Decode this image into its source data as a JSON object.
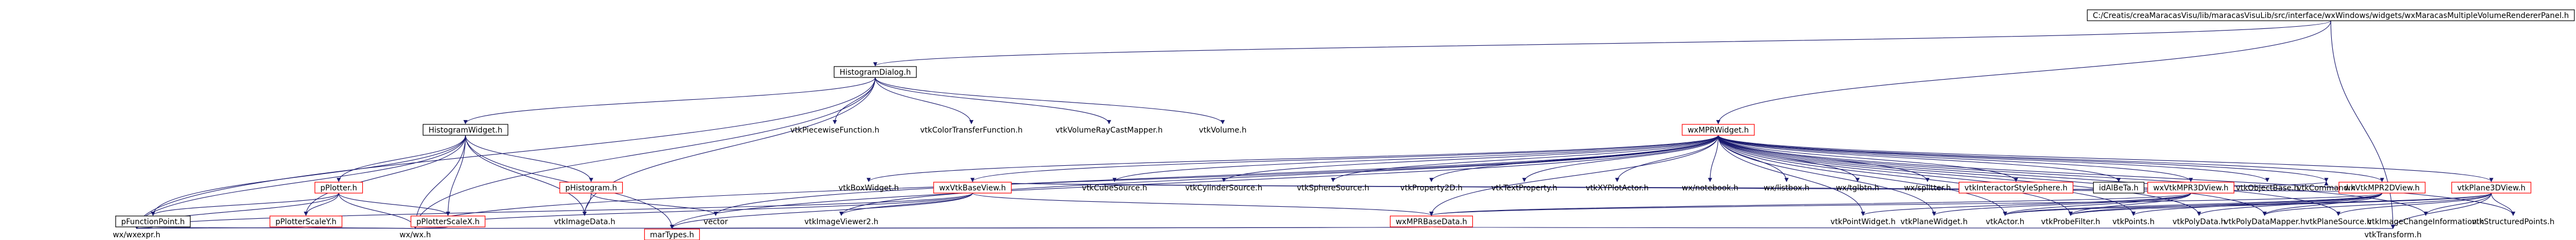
{
  "colors": {
    "edge": "#1a1a6e",
    "node_border": "#000000",
    "node_border_red": "#ff0000",
    "root_fill": "#bfbfbf",
    "text": "#000000"
  },
  "nodes": [
    {
      "id": "root",
      "label": "C:/Creatis/creaMaracasVisu/lib/maracasVisuLib/src/interface/wxWindows/widgets/wxMaracasMultipleVolumeRendererPanel.h",
      "style": "root"
    },
    {
      "id": "hdlg",
      "label": "HistogramDialog.h",
      "style": "black"
    },
    {
      "id": "hwid",
      "label": "HistogramWidget.h",
      "style": "black"
    },
    {
      "id": "vpf",
      "label": "vtkPiecewiseFunction.h",
      "style": "plain"
    },
    {
      "id": "vctf",
      "label": "vtkColorTransferFunction.h",
      "style": "plain"
    },
    {
      "id": "vvrcm",
      "label": "vtkVolumeRayCastMapper.h",
      "style": "plain"
    },
    {
      "id": "vvol",
      "label": "vtkVolume.h",
      "style": "plain"
    },
    {
      "id": "wmpr",
      "label": "wxMPRWidget.h",
      "style": "red"
    },
    {
      "id": "pplot",
      "label": "pPlotter.h",
      "style": "red"
    },
    {
      "id": "phist",
      "label": "pHistogram.h",
      "style": "red"
    },
    {
      "id": "pfp",
      "label": "pFunctionPoint.h",
      "style": "black"
    },
    {
      "id": "ppsy",
      "label": "pPlotterScaleY.h",
      "style": "red"
    },
    {
      "id": "ppsx",
      "label": "pPlotterScaleX.h",
      "style": "red"
    },
    {
      "id": "vimgd",
      "label": "vtkImageData.h",
      "style": "plain"
    },
    {
      "id": "wxexp",
      "label": "wx/wxexpr.h",
      "style": "plain"
    },
    {
      "id": "wxwx",
      "label": "wx/wx.h",
      "style": "plain"
    },
    {
      "id": "martypes",
      "label": "marTypes.h",
      "style": "red"
    },
    {
      "id": "vbw",
      "label": "vtkBoxWidget.h",
      "style": "plain"
    },
    {
      "id": "vector",
      "label": "vector",
      "style": "plain"
    },
    {
      "id": "wvbv",
      "label": "wxVtkBaseView.h",
      "style": "red"
    },
    {
      "id": "vimv2",
      "label": "vtkImageViewer2.h",
      "style": "plain"
    },
    {
      "id": "wmbd",
      "label": "wxMPRBaseData.h",
      "style": "red"
    },
    {
      "id": "vcube",
      "label": "vtkCubeSource.h",
      "style": "plain"
    },
    {
      "id": "vcyl",
      "label": "vtkCylinderSource.h",
      "style": "plain"
    },
    {
      "id": "vsph",
      "label": "vtkSphereSource.h",
      "style": "plain"
    },
    {
      "id": "vprop2d",
      "label": "vtkProperty2D.h",
      "style": "plain"
    },
    {
      "id": "vtextp",
      "label": "vtkTextProperty.h",
      "style": "plain"
    },
    {
      "id": "vxyplot",
      "label": "vtkXYPlotActor.h",
      "style": "plain"
    },
    {
      "id": "wxnb",
      "label": "wx/notebook.h",
      "style": "plain"
    },
    {
      "id": "wxtb",
      "label": "wx/listbox.h",
      "style": "plain"
    },
    {
      "id": "wxtgl",
      "label": "wx/tglbtn.h",
      "style": "plain"
    },
    {
      "id": "wxspl",
      "label": "wx/splitter.h",
      "style": "plain"
    },
    {
      "id": "vist",
      "label": "vtkInteractorStyleSphere.h",
      "style": "red"
    },
    {
      "id": "idab",
      "label": "idAlBeTa.h",
      "style": "black"
    },
    {
      "id": "wvmpr3d",
      "label": "wxVtkMPR3DView.h",
      "style": "red"
    },
    {
      "id": "vobj",
      "label": "vtkObjectBase.h",
      "style": "plain"
    },
    {
      "id": "vcmd",
      "label": "vtkCommand.h",
      "style": "plain"
    },
    {
      "id": "wvmpr2d",
      "label": "wxVtkMPR2DView.h",
      "style": "red"
    },
    {
      "id": "vpl3d",
      "label": "vtkPlane3DView.h",
      "style": "red"
    },
    {
      "id": "vpw",
      "label": "vtkPointWidget.h",
      "style": "plain"
    },
    {
      "id": "vplw",
      "label": "vtkPlaneWidget.h",
      "style": "plain"
    },
    {
      "id": "vactor",
      "label": "vtkActor.h",
      "style": "plain"
    },
    {
      "id": "vprobe",
      "label": "vtkProbeFilter.h",
      "style": "plain"
    },
    {
      "id": "vpts",
      "label": "vtkPoints.h",
      "style": "plain"
    },
    {
      "id": "vpdata",
      "label": "vtkPolyData.h",
      "style": "plain"
    },
    {
      "id": "vpdm",
      "label": "vtkPolyDataMapper.h",
      "style": "plain"
    },
    {
      "id": "vplsrc",
      "label": "vtkPlaneSource.h",
      "style": "plain"
    },
    {
      "id": "vimci",
      "label": "vtkImageChangeInformation.h",
      "style": "plain"
    },
    {
      "id": "vsgp",
      "label": "vtkStructuredPoints.h",
      "style": "plain"
    },
    {
      "id": "vtrans",
      "label": "vtkTransform.h",
      "style": "plain"
    }
  ],
  "edges": [
    [
      "root",
      "hdlg"
    ],
    [
      "root",
      "wmpr"
    ],
    [
      "root",
      "vtrans"
    ],
    [
      "hdlg",
      "hwid"
    ],
    [
      "hdlg",
      "vpf"
    ],
    [
      "hdlg",
      "vctf"
    ],
    [
      "hdlg",
      "vvrcm"
    ],
    [
      "hdlg",
      "vvol"
    ],
    [
      "hdlg",
      "vimgd"
    ],
    [
      "hdlg",
      "wxexp"
    ],
    [
      "hdlg",
      "wxwx"
    ],
    [
      "hwid",
      "pplot"
    ],
    [
      "hwid",
      "phist"
    ],
    [
      "hwid",
      "pfp"
    ],
    [
      "hwid",
      "ppsy"
    ],
    [
      "hwid",
      "ppsx"
    ],
    [
      "hwid",
      "vimgd"
    ],
    [
      "hwid",
      "wxexp"
    ],
    [
      "hwid",
      "wxwx"
    ],
    [
      "hwid",
      "martypes"
    ],
    [
      "pplot",
      "pfp"
    ],
    [
      "pplot",
      "ppsy"
    ],
    [
      "pplot",
      "ppsx"
    ],
    [
      "pplot",
      "wxexp"
    ],
    [
      "pplot",
      "wxwx"
    ],
    [
      "phist",
      "vimgd"
    ],
    [
      "phist",
      "vector"
    ],
    [
      "pfp",
      "wxexp"
    ],
    [
      "pfp",
      "wxwx"
    ],
    [
      "ppsy",
      "wxexp"
    ],
    [
      "ppsy",
      "wxwx"
    ],
    [
      "ppsx",
      "wxwx"
    ],
    [
      "wmpr",
      "vbw"
    ],
    [
      "wmpr",
      "vector"
    ],
    [
      "wmpr",
      "wvbv"
    ],
    [
      "wmpr",
      "vcube"
    ],
    [
      "wmpr",
      "vcyl"
    ],
    [
      "wmpr",
      "vsph"
    ],
    [
      "wmpr",
      "vprop2d"
    ],
    [
      "wmpr",
      "vtextp"
    ],
    [
      "wmpr",
      "vxyplot"
    ],
    [
      "wmpr",
      "wxnb"
    ],
    [
      "wmpr",
      "wxtb"
    ],
    [
      "wmpr",
      "wxtgl"
    ],
    [
      "wmpr",
      "wxspl"
    ],
    [
      "wmpr",
      "vist"
    ],
    [
      "wmpr",
      "idab"
    ],
    [
      "wmpr",
      "wvmpr3d"
    ],
    [
      "wmpr",
      "vobj"
    ],
    [
      "wmpr",
      "vcmd"
    ],
    [
      "wmpr",
      "wvmpr2d"
    ],
    [
      "wmpr",
      "vpl3d"
    ],
    [
      "wmpr",
      "wmbd"
    ],
    [
      "wmpr",
      "vimv2"
    ],
    [
      "wmpr",
      "vpw"
    ],
    [
      "wmpr",
      "vplw"
    ],
    [
      "wmpr",
      "vactor"
    ],
    [
      "wmpr",
      "vprobe"
    ],
    [
      "wmpr",
      "vpts"
    ],
    [
      "wmpr",
      "vpdata"
    ],
    [
      "wmpr",
      "vpdm"
    ],
    [
      "wmpr",
      "vplsrc"
    ],
    [
      "wmpr",
      "vimci"
    ],
    [
      "wmpr",
      "vsgp"
    ],
    [
      "wmpr",
      "wxwx"
    ],
    [
      "wmpr",
      "martypes"
    ],
    [
      "wvbv",
      "vimv2"
    ],
    [
      "wvbv",
      "wmbd"
    ],
    [
      "wvbv",
      "wxwx"
    ],
    [
      "wvbv",
      "martypes"
    ],
    [
      "wvbv",
      "wxexp"
    ],
    [
      "wmbd",
      "wxwx"
    ],
    [
      "wmbd",
      "martypes"
    ],
    [
      "wmbd",
      "vtrans"
    ],
    [
      "wvmpr3d",
      "wvbv"
    ],
    [
      "wvmpr3d",
      "wmbd"
    ],
    [
      "wvmpr3d",
      "vpw"
    ],
    [
      "wvmpr3d",
      "vplw"
    ],
    [
      "wvmpr3d",
      "vactor"
    ],
    [
      "wvmpr3d",
      "vprobe"
    ],
    [
      "wvmpr2d",
      "wvbv"
    ],
    [
      "wvmpr2d",
      "wmbd"
    ],
    [
      "wvmpr2d",
      "vactor"
    ],
    [
      "wvmpr2d",
      "vpts"
    ],
    [
      "wvmpr2d",
      "vpdata"
    ],
    [
      "wvmpr2d",
      "vpdm"
    ],
    [
      "wvmpr2d",
      "vprobe"
    ],
    [
      "vpl3d",
      "vplsrc"
    ],
    [
      "vpl3d",
      "vpdm"
    ],
    [
      "vpl3d",
      "vimci"
    ],
    [
      "vpl3d",
      "vsgp"
    ],
    [
      "vpl3d",
      "vprobe"
    ],
    [
      "vpl3d",
      "vactor"
    ],
    [
      "vpl3d",
      "vtrans"
    ],
    [
      "vist",
      "vcmd"
    ]
  ]
}
